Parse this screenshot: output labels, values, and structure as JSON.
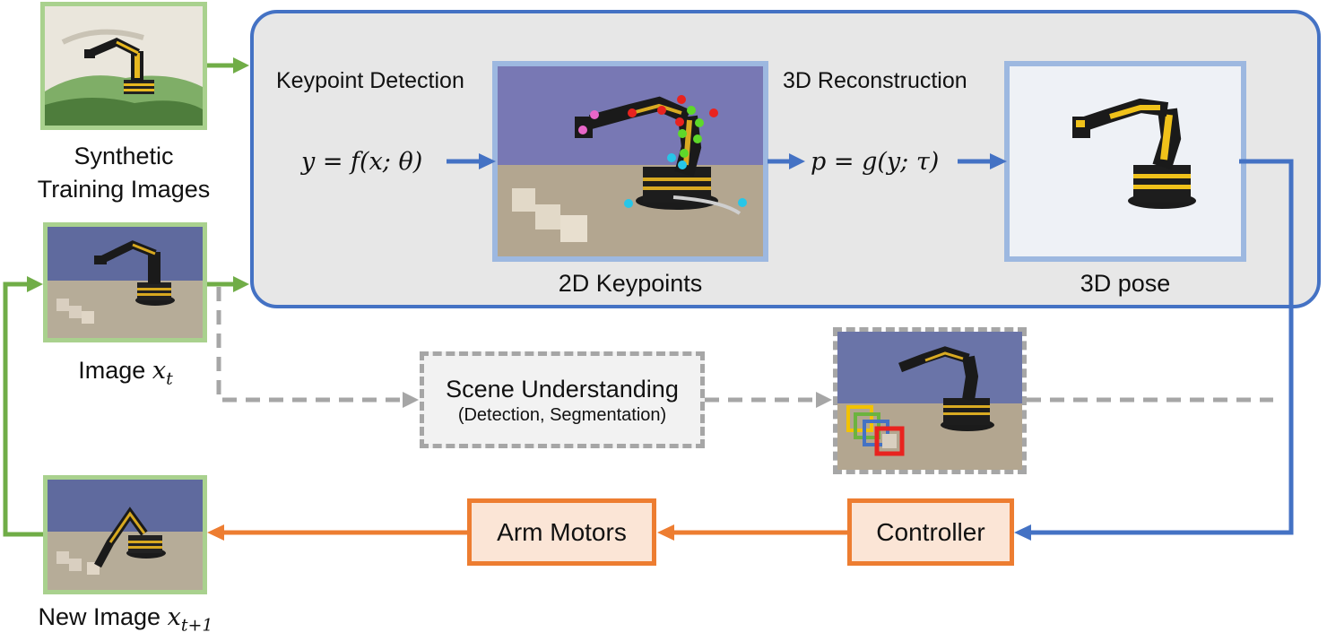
{
  "labels": {
    "synthetic_line1": "Synthetic",
    "synthetic_line2": "Training Images",
    "image_prefix": "Image",
    "image_var": "x",
    "image_sub": "t",
    "new_image_prefix": "New Image",
    "new_image_var": "x",
    "new_image_sub": "t+1",
    "keypoint_detection": "Keypoint Detection",
    "reconstruction": "3D Reconstruction",
    "keypoints_2d": "2D Keypoints",
    "pose_3d": "3D pose",
    "scene_title": "Scene Understanding",
    "scene_subtitle": "(Detection, Segmentation)",
    "controller": "Controller",
    "arm_motors": "Arm Motors"
  },
  "equations": {
    "detection": "y = f(x; θ)",
    "reconstruction": "p = g(y; τ)"
  },
  "colors": {
    "pipeline_border": "#4472c4",
    "feedback_green": "#70ad47",
    "action_orange": "#ed7d31",
    "dashed_gray": "#a6a6a6",
    "keypoint_red": "#e8231f",
    "keypoint_green": "#5ed82a",
    "keypoint_cyan": "#27c6e8",
    "keypoint_pink": "#e866c8"
  }
}
